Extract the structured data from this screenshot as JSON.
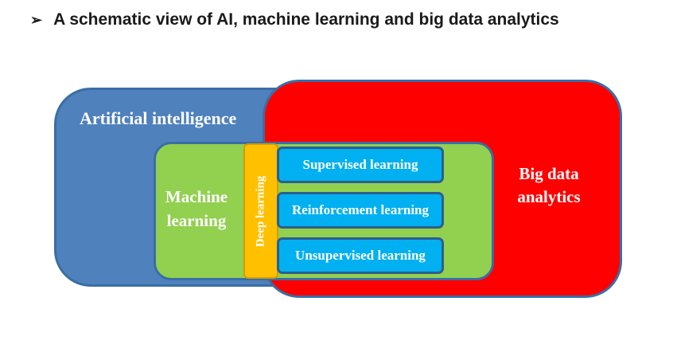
{
  "heading": {
    "bullet": "➢",
    "title": "A schematic view of AI, machine learning and big data analytics"
  },
  "diagram": {
    "artificial_intelligence": "Artificial intelligence",
    "big_data_analytics": "Big data analytics",
    "machine_learning": "Machine learning",
    "deep_learning": "Deep learning",
    "learning_types": [
      "Supervised learning",
      "Reinforcement learning",
      "Unsupervised learning"
    ]
  },
  "colors": {
    "artificial_intelligence": "#4f81bd",
    "big_data_analytics": "#ff0000",
    "machine_learning": "#92d050",
    "deep_learning": "#ffc000",
    "learning_types": "#00b0f0",
    "outline": "#3a6ea5"
  }
}
